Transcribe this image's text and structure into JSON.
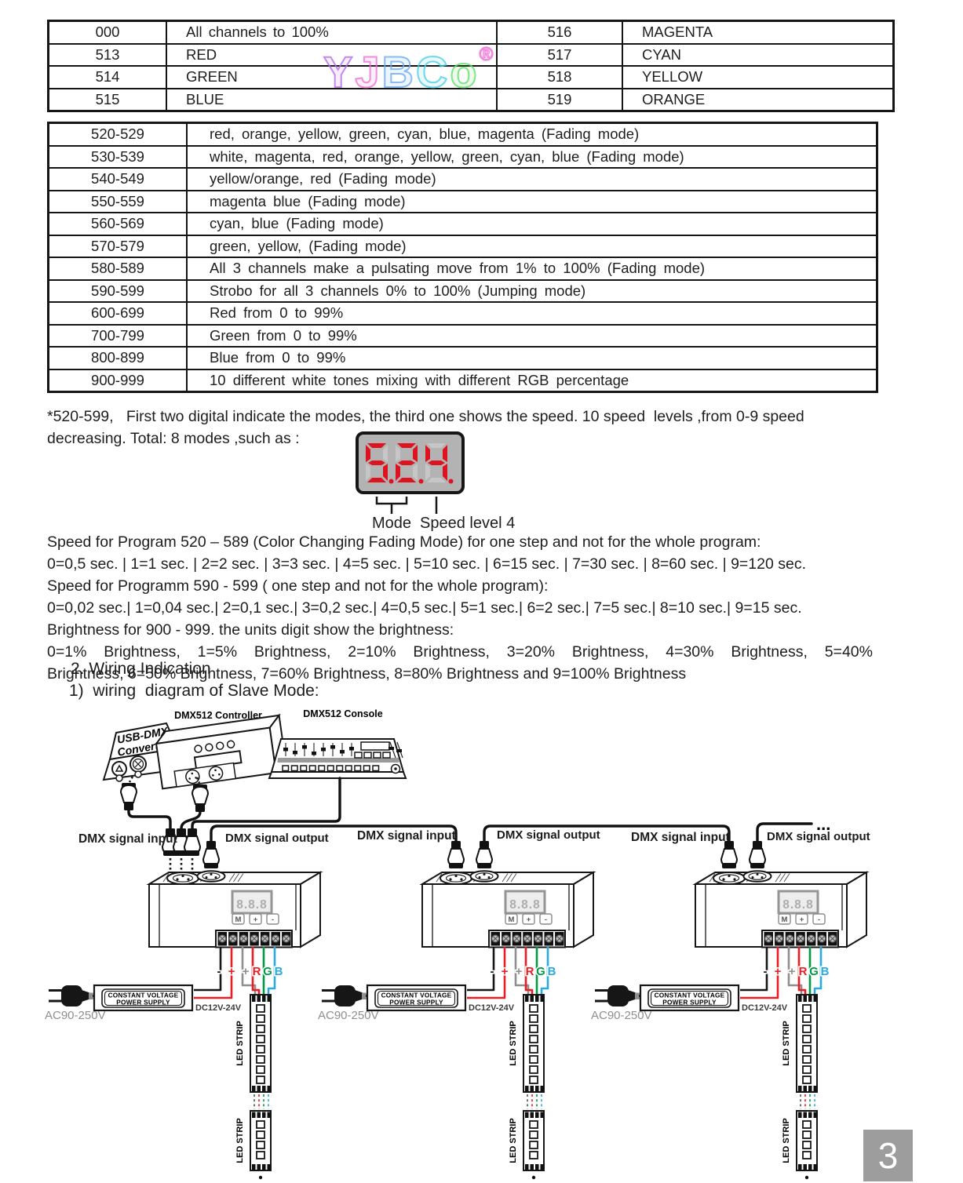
{
  "page": {
    "number": "3"
  },
  "watermark": {
    "letters": [
      {
        "ch": "Y",
        "color": "#b46fe3"
      },
      {
        "ch": "J",
        "color": "#ef6fd7"
      },
      {
        "ch": "B",
        "color": "#6aaaf5"
      },
      {
        "ch": "C",
        "color": "#49cfe8"
      },
      {
        "ch": "o",
        "color": "#5fe065"
      }
    ],
    "reg": "®",
    "reg_color": "#ef6fd7"
  },
  "table1": {
    "rows": [
      [
        "000",
        "All channels to 100%",
        "516",
        "MAGENTA"
      ],
      [
        "513",
        "RED",
        "517",
        "CYAN"
      ],
      [
        "514",
        "GREEN",
        "518",
        "YELLOW"
      ],
      [
        "515",
        "BLUE",
        "519",
        "ORANGE"
      ]
    ]
  },
  "table2": {
    "rows": [
      [
        "520-529",
        "red, orange, yellow, green, cyan, blue, magenta (Fading mode)"
      ],
      [
        "530-539",
        "white, magenta, red, orange, yellow, green, cyan, blue (Fading mode)"
      ],
      [
        "540-549",
        "yellow/orange, red (Fading mode)"
      ],
      [
        "550-559",
        "magenta blue (Fading mode)"
      ],
      [
        "560-569",
        "cyan, blue (Fading mode)"
      ],
      [
        "570-579",
        "green, yellow, (Fading mode)"
      ],
      [
        "580-589",
        "All 3 channels make a pulsating move from 1% to 100% (Fading mode)"
      ],
      [
        "590-599",
        "Strobo for all 3 channels 0% to 100% (Jumping mode)"
      ],
      [
        "600-699",
        "Red from 0 to 99%"
      ],
      [
        "700-799",
        "Green from 0 to 99%"
      ],
      [
        "800-899",
        "Blue from 0 to 99%"
      ],
      [
        "900-999",
        "10 different white tones mixing with different RGB percentage"
      ]
    ]
  },
  "note_lines": [
    "*520-599,   First two digital indicate the modes, the third one shows the speed. 10 speed  levels ,from 0-9 speed",
    "decreasing. Total: 8 modes ,such as :"
  ],
  "display": {
    "value": "524",
    "mode_label": "Mode",
    "speed_label": "Speed level 4",
    "lit_color": "#dd1420",
    "ghost_color": "#c6c6c6",
    "panel_color": "#b3b3b3"
  },
  "paragraphs": [
    "Speed for Program 520 – 589 (Color Changing Fading Mode) for one step and not for the whole program:",
    "0=0,5 sec. | 1=1 sec. | 2=2 sec. | 3=3 sec. | 4=5 sec. | 5=10 sec. | 6=15 sec. | 7=30 sec. | 8=60 sec. | 9=120 sec.",
    "Speed for Programm 590 - 599 ( one step and not for the whole program):",
    "0=0,02 sec.| 1=0,04 sec.| 2=0,1 sec.| 3=0,2 sec.| 4=0,5 sec.| 5=1 sec.| 6=2 sec.| 7=5 sec.| 8=10 sec.| 9=15 sec.",
    "Brightness for 900 - 999. the units digit show the brightness:",
    "0=1%  Brightness,  1=5%  Brightness,  2=10%  Brightness,  3=20%  Brightness,  4=30%  Brightness,  5=40%",
    "Brightness, 6=50% Brightness, 7=60% Brightness, 8=80% Brightness and 9=100% Brightness"
  ],
  "section": {
    "heading": "2. Wiring Indication",
    "subheading": "1)  wiring  diagram of Slave Mode:"
  },
  "diagram": {
    "converter_line1": "USB-DMX",
    "converter_line2": "Converter",
    "controller_label": "DMX512 Controller",
    "console_label": "DMX512 Console",
    "dmx_input_label": "DMX signal input",
    "dmx_output_label": "DMX signal output",
    "ellipsis": "...",
    "psu_line1": "CONSTANT  VOLTAGE",
    "psu_line2": "POWER SUPPLY",
    "ac_label": "AC90-250V",
    "dc_label": "DC12V-24V",
    "led_strip_label": "LED STRIP",
    "display_off": "8.8.8",
    "buttons": {
      "m": "M",
      "plus": "+",
      "minus": "-"
    },
    "wire_labels": {
      "minus": "-",
      "plus": "+",
      "plus2": "+",
      "r": "R",
      "g": "G",
      "b": "B"
    },
    "colors": {
      "red": "#ed1c24",
      "green": "#009a44",
      "blue": "#29abe2",
      "gray": "#8f8f8f",
      "black": "#161616",
      "label_gray": "#8f8f8f"
    }
  }
}
